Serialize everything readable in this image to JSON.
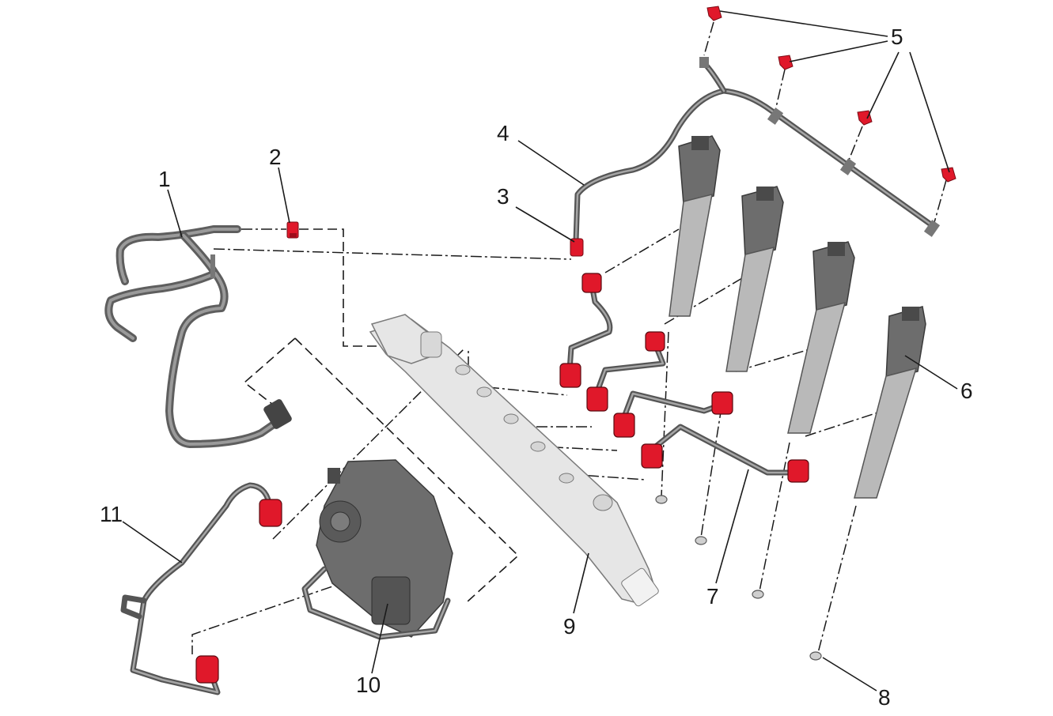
{
  "callouts": [
    {
      "id": "1",
      "text": "1"
    },
    {
      "id": "2",
      "text": "2"
    },
    {
      "id": "3",
      "text": "3"
    },
    {
      "id": "4",
      "text": "4"
    },
    {
      "id": "5",
      "text": "5"
    },
    {
      "id": "6",
      "text": "6"
    },
    {
      "id": "7",
      "text": "7"
    },
    {
      "id": "8",
      "text": "8"
    },
    {
      "id": "9",
      "text": "9"
    },
    {
      "id": "10",
      "text": "10"
    },
    {
      "id": "11",
      "text": "11"
    }
  ],
  "colors": {
    "highlight_parts": "#e0182a",
    "pipe": "#5e5e5e",
    "rail": "#e6e6e6",
    "line": "#1a1a1a",
    "background": "#ffffff"
  }
}
